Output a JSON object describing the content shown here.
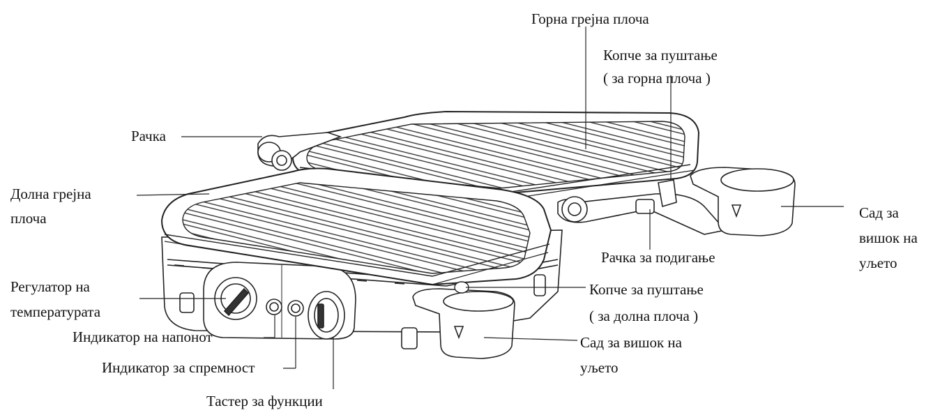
{
  "diagram": {
    "labels": {
      "top_plate": "Горна грејна плоча",
      "upper_release_1": "Копче за пуштање",
      "upper_release_2": "( за горна плоча )",
      "handle": "Рачка",
      "bottom_plate_1": "Долна грејна",
      "bottom_plate_2": "плоча",
      "oil_tray_right_1": "Сад за",
      "oil_tray_right_2": "вишок на",
      "oil_tray_right_3": "уљето",
      "lift_handle": "Рачка за подигање",
      "temp_regulator_1": "Регулатор на",
      "temp_regulator_2": "температурата",
      "lower_release_1": "Копче за пуштање",
      "lower_release_2": "( за долна плоча )",
      "power_indicator": "Индикатор на напонот",
      "oil_tray_front_1": "Сад за вишок на",
      "oil_tray_front_2": "уљето",
      "ready_indicator": "Индикатор за спремност",
      "function_button": "Тастер за функции"
    }
  }
}
